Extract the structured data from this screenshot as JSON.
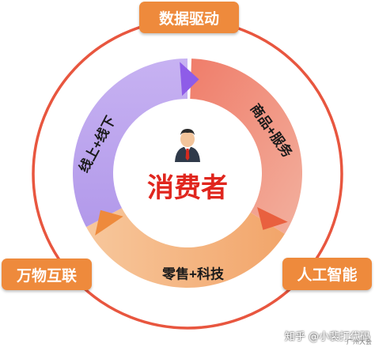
{
  "outer_labels": {
    "top": "数据驱动",
    "left": "万物互联",
    "right": "人工智能"
  },
  "center": {
    "label": "消费者",
    "icon": "businessman-icon"
  },
  "segments": {
    "left": "线上+线下",
    "right": "商品+服务",
    "bottom": "零售+科技"
  },
  "watermark": "知乎 @小裴打代码",
  "watermark_mark": "广州大会",
  "colors": {
    "outer_ring": "#e8563f",
    "tag_bg": "#ee8a3c",
    "segment_left": "#b39be8",
    "segment_right": "#ee9a86",
    "segment_bottom": "#f4b685",
    "center_text": "#e0261e",
    "arrow_left": "#8e5ce8",
    "arrow_right": "#e9603f",
    "arrow_bottom": "#ee8a3c"
  }
}
